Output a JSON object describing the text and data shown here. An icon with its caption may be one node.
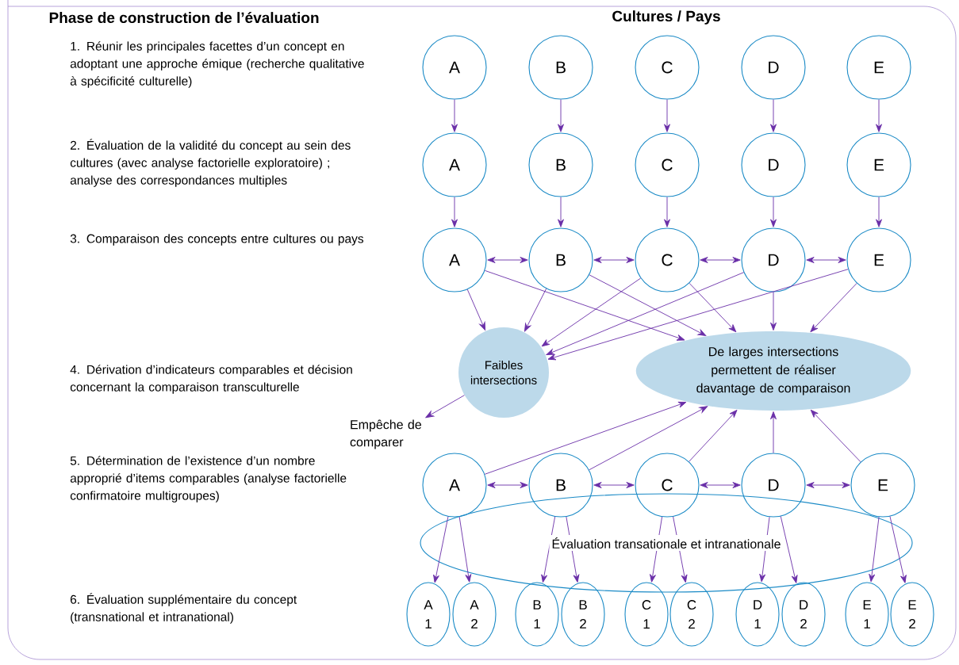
{
  "diagram": {
    "title": "Phase de construction de l’évaluation",
    "nodes": [
      {
        "text": [
          "A"
        ]
      },
      {
        "text": [
          "B"
        ]
      },
      {
        "text": [
          "C"
        ]
      },
      {
        "text": [
          "D"
        ]
      },
      {
        "text": [
          "E"
        ]
      },
      {
        "text": [
          "A"
        ]
      },
      {
        "text": [
          "B"
        ]
      },
      {
        "text": [
          "C"
        ]
      },
      {
        "text": [
          "D"
        ]
      },
      {
        "text": [
          "E"
        ]
      },
      {
        "text": [
          "A"
        ]
      },
      {
        "text": [
          "B"
        ]
      },
      {
        "text": [
          "C"
        ]
      },
      {
        "text": [
          "D"
        ]
      },
      {
        "text": [
          "E"
        ]
      },
      {
        "text": [
          "Faibles intersections"
        ]
      },
      {
        "text": [
          "De larges intersections permettent de réaliser davantage de comparaison"
        ]
      },
      {
        "text": [
          "Empêche de comparer"
        ]
      },
      {
        "text": [
          "A"
        ]
      },
      {
        "text": [
          "B"
        ]
      },
      {
        "text": [
          "C"
        ]
      },
      {
        "text": [
          "D"
        ]
      },
      {
        "text": [
          "E"
        ]
      },
      {
        "text": [
          "A",
          "1"
        ]
      },
      {
        "text": [
          "A",
          "2"
        ]
      },
      {
        "text": [
          "B",
          "1"
        ]
      },
      {
        "text": [
          "B",
          "2"
        ]
      },
      {
        "text": [
          "C",
          "1"
        ]
      },
      {
        "text": [
          "C",
          "2"
        ]
      },
      {
        "text": [
          "D",
          "1"
        ]
      },
      {
        "text": [
          "D",
          "2"
        ]
      },
      {
        "text": [
          "E",
          "1"
        ]
      },
      {
        "text": [
          "E",
          "2"
        ]
      }
    ],
    "edges": [
      {
        "from": 0,
        "to": 5,
        "arrow": "to"
      },
      {
        "from": 1,
        "to": 6,
        "arrow": "to"
      },
      {
        "from": 2,
        "to": 7,
        "arrow": "to"
      },
      {
        "from": 3,
        "to": 8,
        "arrow": "to"
      },
      {
        "from": 4,
        "to": 9,
        "arrow": "to"
      },
      {
        "from": 5,
        "to": 10,
        "arrow": "to"
      },
      {
        "from": 6,
        "to": 11,
        "arrow": "to"
      },
      {
        "from": 7,
        "to": 12,
        "arrow": "to"
      },
      {
        "from": 8,
        "to": 13,
        "arrow": "to"
      },
      {
        "from": 9,
        "to": 14,
        "arrow": "to"
      },
      {
        "from": 10,
        "to": 11,
        "arrow": "both"
      },
      {
        "from": 11,
        "to": 12,
        "arrow": "both"
      },
      {
        "from": 12,
        "to": 13,
        "arrow": "both"
      },
      {
        "from": 13,
        "to": 14,
        "arrow": "both"
      },
      {
        "from": 10,
        "to": 15,
        "arrow": "to"
      },
      {
        "from": 11,
        "to": 15,
        "arrow": "to"
      },
      {
        "from": 12,
        "to": 15,
        "arrow": "to"
      },
      {
        "from": 13,
        "to": 15,
        "arrow": "to"
      },
      {
        "from": 14,
        "to": 15,
        "arrow": "to"
      },
      {
        "from": 10,
        "to": 16,
        "arrow": "to"
      },
      {
        "from": 11,
        "to": 16,
        "arrow": "to"
      },
      {
        "from": 12,
        "to": 16,
        "arrow": "to"
      },
      {
        "from": 13,
        "to": 16,
        "arrow": "to"
      },
      {
        "from": 14,
        "to": 16,
        "arrow": "to"
      },
      {
        "from": 15,
        "to": 17,
        "arrow": "to"
      },
      {
        "from": 18,
        "to": 16,
        "arrow": "to"
      },
      {
        "from": 19,
        "to": 16,
        "arrow": "to"
      },
      {
        "from": 20,
        "to": 16,
        "arrow": "to"
      },
      {
        "from": 21,
        "to": 16,
        "arrow": "to"
      },
      {
        "from": 22,
        "to": 16,
        "arrow": "to"
      },
      {
        "from": 18,
        "to": 19,
        "arrow": "both"
      },
      {
        "from": 19,
        "to": 20,
        "arrow": "both"
      },
      {
        "from": 20,
        "to": 21,
        "arrow": "both"
      },
      {
        "from": 21,
        "to": 22,
        "arrow": "both"
      },
      {
        "from": 18,
        "to": 23,
        "arrow": "to"
      },
      {
        "from": 18,
        "to": 24,
        "arrow": "to"
      },
      {
        "from": 19,
        "to": 25,
        "arrow": "to"
      },
      {
        "from": 19,
        "to": 26,
        "arrow": "to"
      },
      {
        "from": 20,
        "to": 27,
        "arrow": "to"
      },
      {
        "from": 20,
        "to": 28,
        "arrow": "to"
      },
      {
        "from": 21,
        "to": 29,
        "arrow": "to"
      },
      {
        "from": 21,
        "to": 30,
        "arrow": "to"
      },
      {
        "from": 22,
        "to": 31,
        "arrow": "to"
      },
      {
        "from": 22,
        "to": 32,
        "arrow": "to"
      }
    ],
    "labels": [
      "Cultures / Pays",
      "1. Réunir les principales facettes d’un concept en adoptant une approche émique (recherche qualitative à spécificité culturelle)",
      "2. Évaluation de la validité du concept au sein des cultures (avec analyse factorielle exploratoire) ; analyse des correspondances multiples",
      "3. Comparaison des concepts entre cultures ou pays",
      "4. Dérivation d’indicateurs comparables et décision concernant la comparaison transculturelle",
      "5. Détermination de l’existence d’un nombre approprié d’items comparables (analyse factorielle confirmatoire multigroupes)",
      "6. Évaluation supplémentaire du concept (transnational et intranational)",
      "Évaluation transationale et intranationale"
    ]
  }
}
